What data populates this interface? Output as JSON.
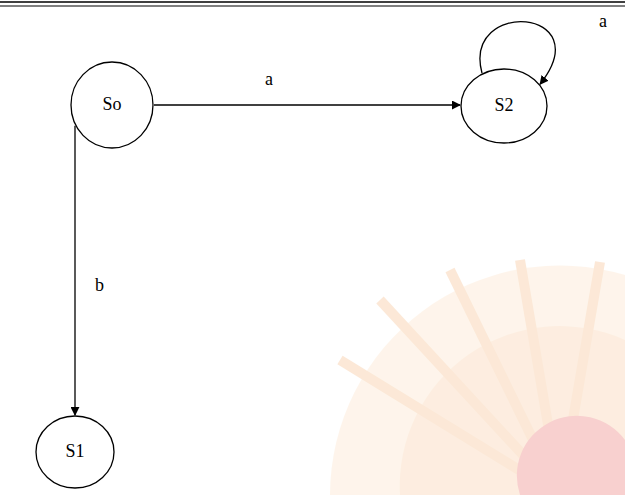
{
  "diagram": {
    "nodes": [
      {
        "text": [
          "So"
        ]
      },
      {
        "text": [
          "S2"
        ]
      },
      {
        "text": [
          "S1"
        ]
      }
    ],
    "edges": [
      {
        "from": 0,
        "to": 1,
        "arrow": "to",
        "label": "a"
      },
      {
        "from": 0,
        "to": 2,
        "arrow": "to",
        "label": "b"
      },
      {
        "from": 1,
        "to": 1,
        "arrow": "to",
        "label": "a"
      }
    ]
  }
}
